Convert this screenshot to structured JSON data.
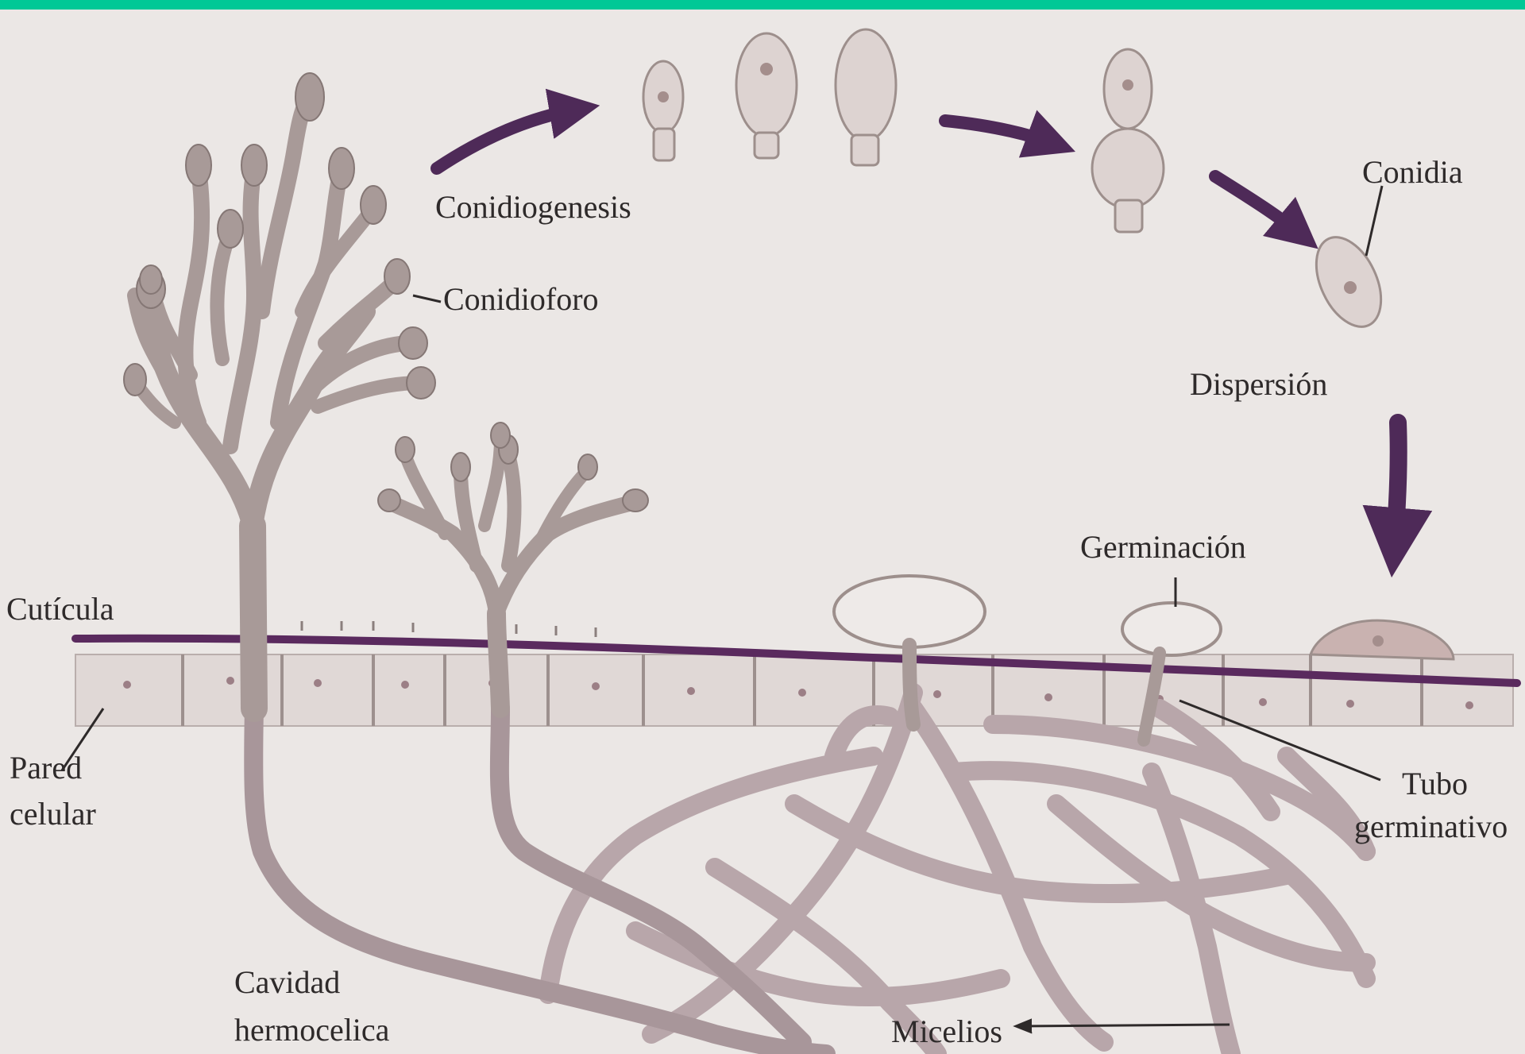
{
  "labels": {
    "conidiogenesis": "Conidiogenesis",
    "conidioforo": "Conidioforo",
    "conidia": "Conidia",
    "dispersion": "Dispersión",
    "germinacion": "Germinación",
    "cuticula": "Cutícula",
    "pared_line1": "Pared",
    "pared_line2": "celular",
    "tubo_line1": "Tubo",
    "tubo_line2": "germinativo",
    "cavidad_line1": "Cavidad",
    "cavidad_line2": "hermocelica",
    "micelios": "Micelios"
  },
  "colors": {
    "frame": "#00c896",
    "paper": "#ebe7e5",
    "cuticle": "#5a2a5e",
    "arrow": "#4e2a58",
    "fungus": "#a89a98",
    "fungus_dark": "#857775",
    "mycelium": "#a8969a",
    "cell_wall": "#d8d0cf",
    "text": "#2e2a2a"
  }
}
